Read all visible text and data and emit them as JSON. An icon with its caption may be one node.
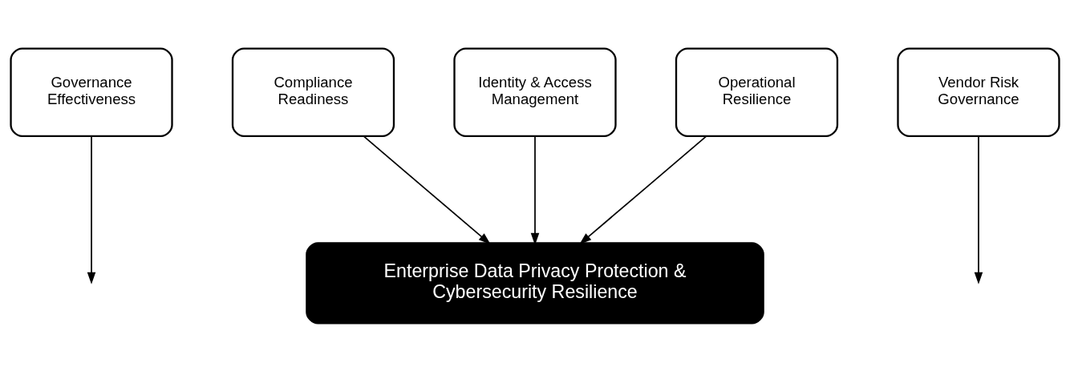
{
  "diagram": {
    "nodes": [
      {
        "text": [
          "Governance Effectiveness"
        ]
      },
      {
        "text": [
          "Compliance Readiness"
        ]
      },
      {
        "text": [
          "Identity & Access Management"
        ]
      },
      {
        "text": [
          "Operational Resilience"
        ]
      },
      {
        "text": [
          "Vendor Risk Governance"
        ]
      },
      {
        "text": [
          "Enterprise Data Privacy Protection & Cybersecurity Resilience"
        ]
      }
    ],
    "edges": [
      {
        "from": 0,
        "to": null,
        "arrow": "to"
      },
      {
        "from": 1,
        "to": 5,
        "arrow": "to"
      },
      {
        "from": 2,
        "to": 5,
        "arrow": "to"
      },
      {
        "from": 3,
        "to": 5,
        "arrow": "to"
      },
      {
        "from": 4,
        "to": null,
        "arrow": "to"
      }
    ]
  }
}
